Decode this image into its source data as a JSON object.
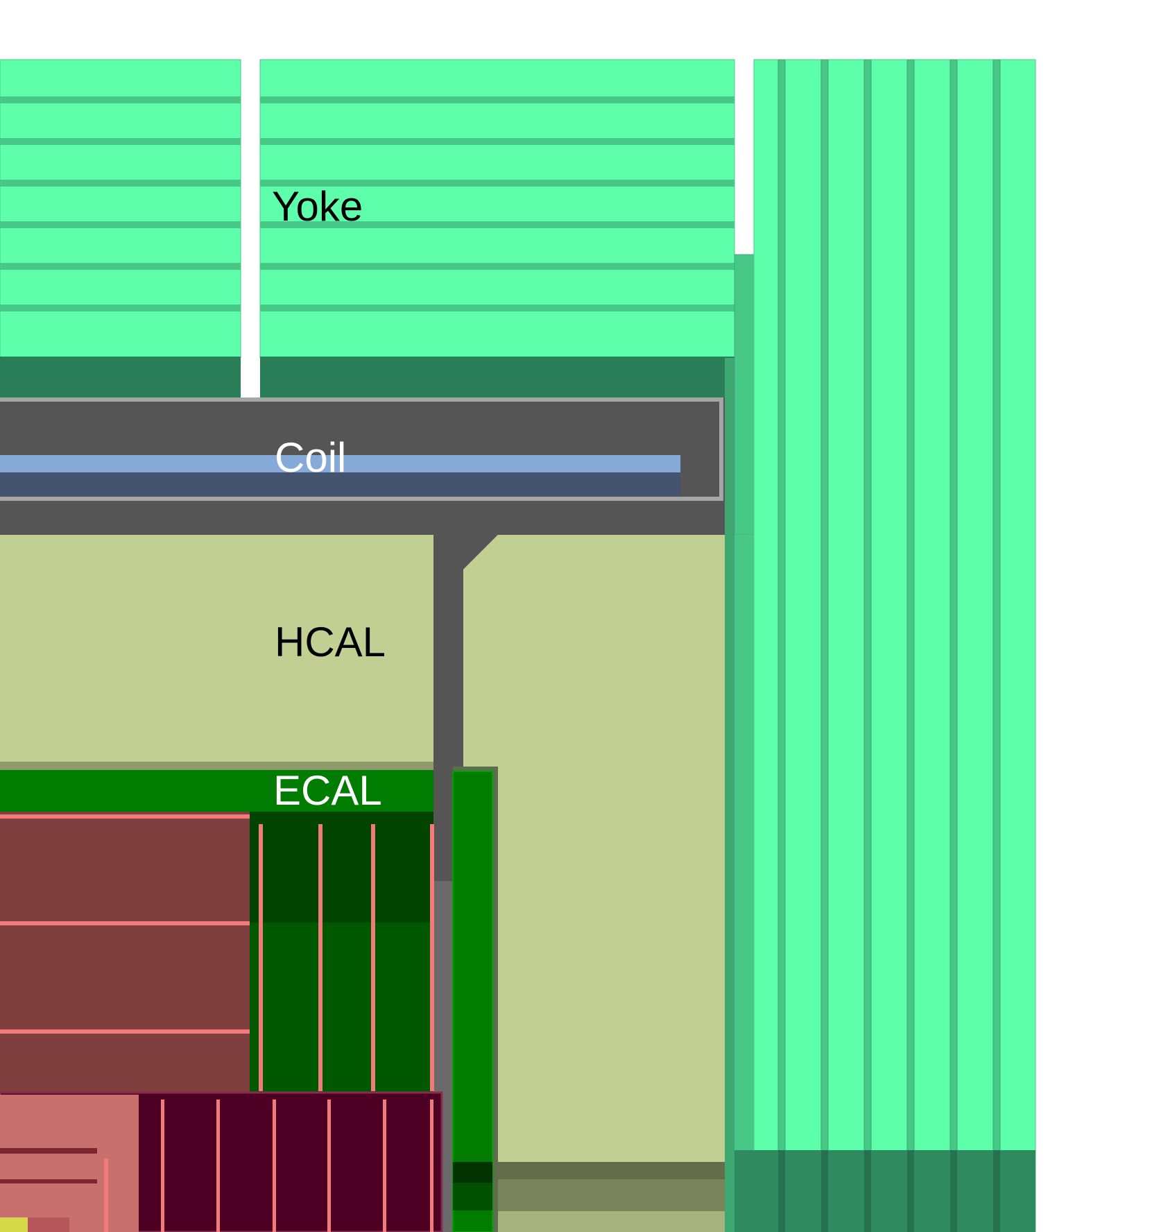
{
  "labels": {
    "yoke": "Yoke",
    "coil": "Coil",
    "hcal": "HCAL",
    "ecal": "ECAL"
  },
  "colors": {
    "background": "#ffffff",
    "yoke": "#5dffaa",
    "yoke_gap": "#47c887",
    "yoke_dark": "#2a7f58",
    "yoke_edge": "#3fa772",
    "cryostat": "#555555",
    "cryostat_edge": "#a6a6a6",
    "coil_light": "#85aad8",
    "coil_dark": "#44546e",
    "hcal": "#c2cf93",
    "hcal_dark": "#636d4b",
    "ecal": "#007d00",
    "ecal_dark": "#004400",
    "tracker": "#803f3f",
    "tracker_line": "#f17b7b",
    "inner": "#4d0023",
    "label_dark": "#000000",
    "label_light": "#ffffff"
  }
}
